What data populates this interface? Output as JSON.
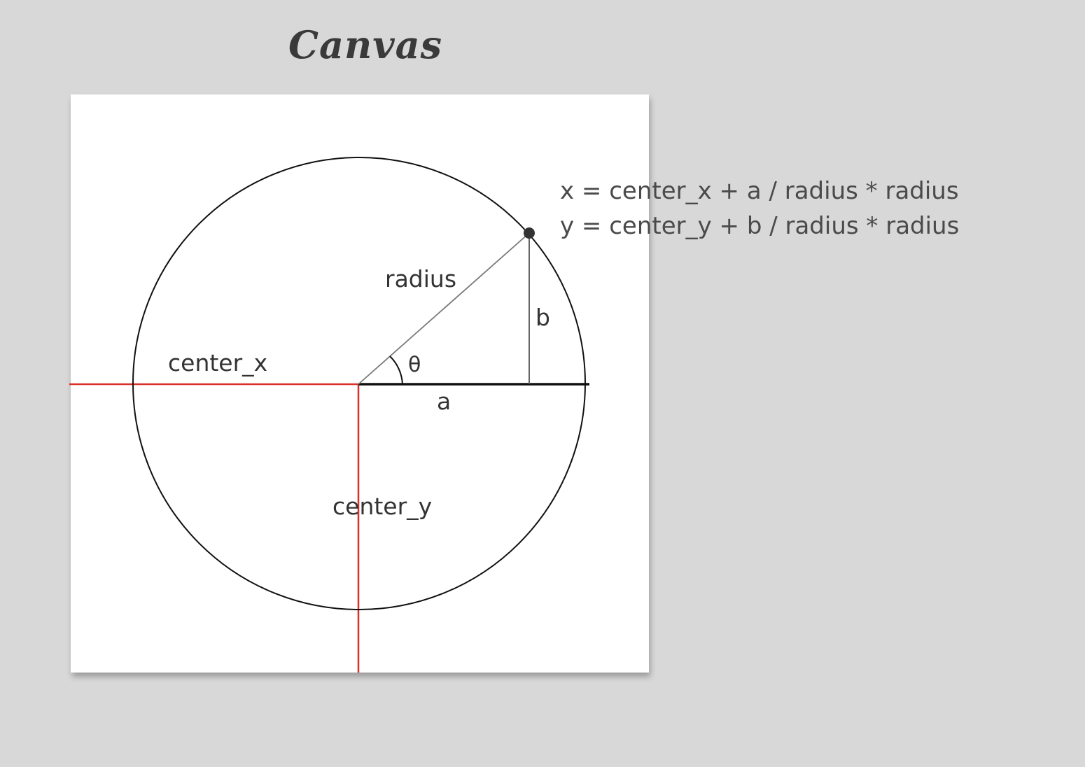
{
  "title": "Canvas",
  "labels": {
    "radius": "radius",
    "b": "b",
    "theta": "θ",
    "center_x": "center_x",
    "a": "a",
    "center_y": "center_y"
  },
  "formulas": {
    "x": "x = center_x + a / radius * radius",
    "y": "y = center_y + b / radius * radius"
  },
  "colors": {
    "background": "#d8d8d8",
    "canvas": "#ffffff",
    "axis_red": "#d9302a",
    "stroke": "#111111"
  }
}
